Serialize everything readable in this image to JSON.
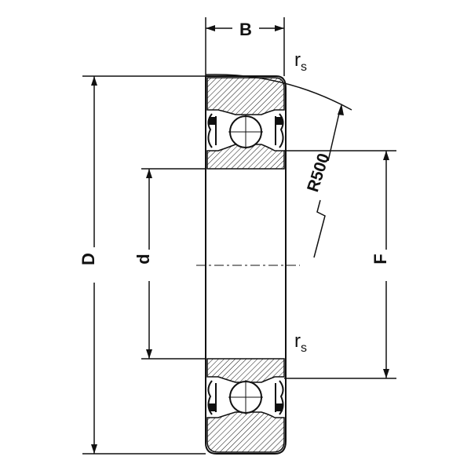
{
  "labels": {
    "B": "B",
    "D": "D",
    "d": "d",
    "F": "F",
    "rs_top": "r",
    "rs_top_sub": "s",
    "rs_bottom": "r",
    "rs_bottom_sub": "s",
    "radius": "R500"
  },
  "colors": {
    "line": "#111111",
    "background": "#ffffff"
  }
}
